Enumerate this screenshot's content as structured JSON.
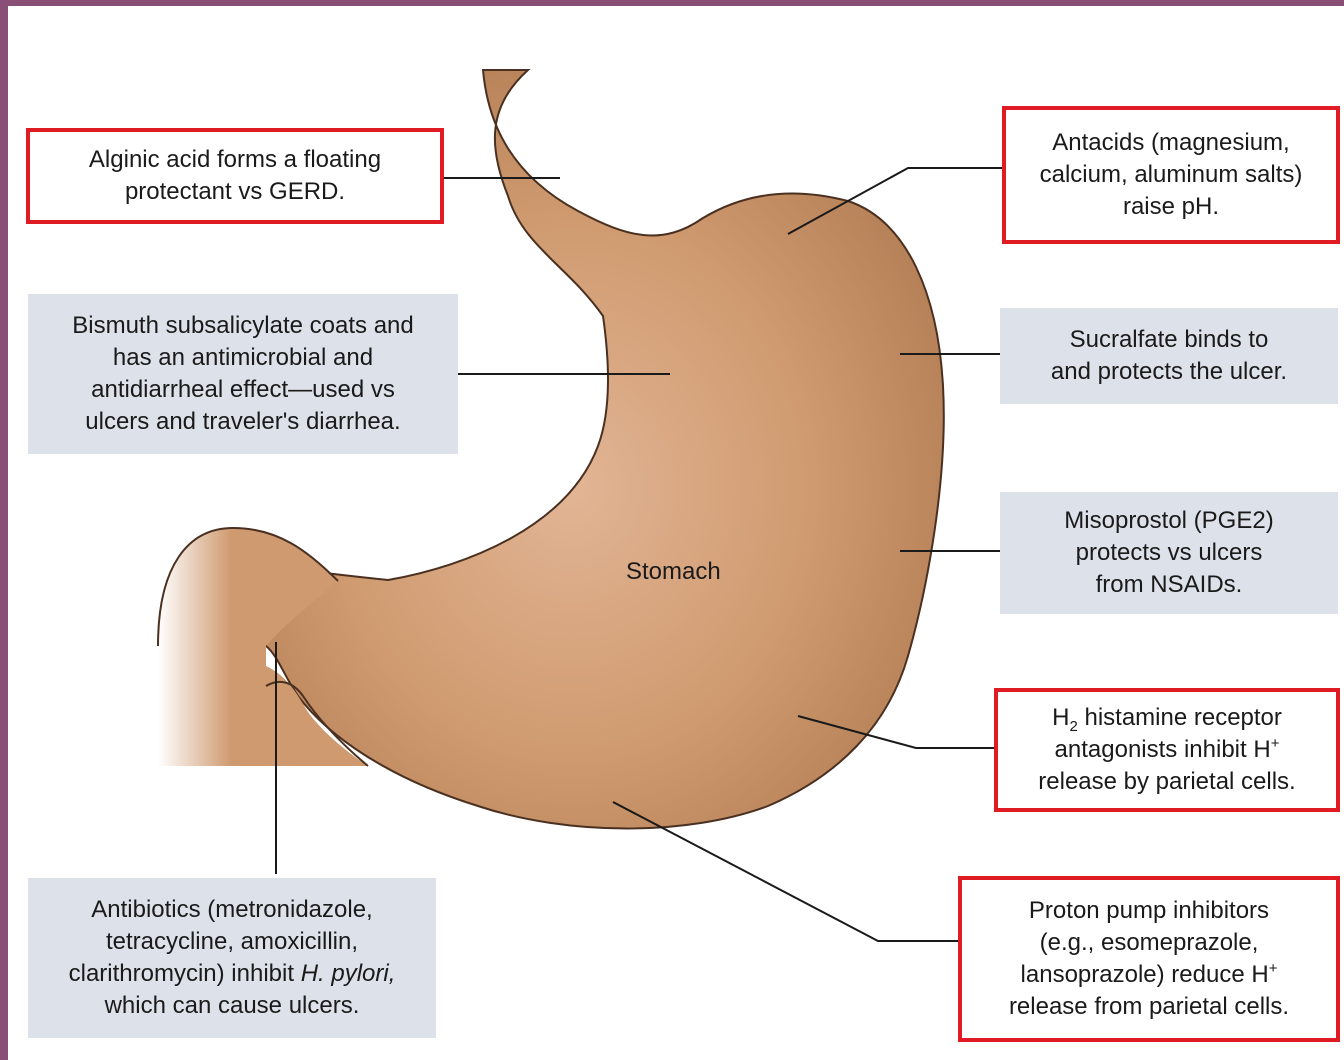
{
  "organ_label": "Stomach",
  "colors": {
    "border_frame": "#8a4f77",
    "stomach_fill": "#cf9a6f",
    "callout_grey": "#dde2ea",
    "callout_red_border": "#e01b24"
  },
  "callouts": {
    "alginic": {
      "text": "Alginic acid forms a floating\nprotectant vs GERD.",
      "style": "red-border"
    },
    "bismuth": {
      "text": "Bismuth subsalicylate coats and\nhas an antimicrobial and\nantidiarrheal effect—used vs\nulcers and traveler's diarrhea.",
      "style": "grey"
    },
    "antibiotics": {
      "line1": "Antibiotics (metronidazole,",
      "line2": "tetracycline, amoxicillin,",
      "line3_pre": "clarithromycin) inhibit ",
      "line3_italic": "H. pylori,",
      "line4": "which can cause ulcers.",
      "style": "grey"
    },
    "antacids": {
      "text": "Antacids (magnesium,\ncalcium, aluminum salts)\nraise pH.",
      "style": "red-border"
    },
    "sucralfate": {
      "text": "Sucralfate binds to\nand protects the ulcer.",
      "style": "grey"
    },
    "misoprostol": {
      "text": "Misoprostol (PGE2)\nprotects vs ulcers\nfrom NSAIDs.",
      "style": "grey"
    },
    "h2": {
      "h": "H",
      "sub": "2",
      "l1_rest": " histamine receptor",
      "l2": "antagonists inhibit H",
      "sup": "+",
      "l3": "release by parietal cells.",
      "style": "red-border"
    },
    "ppi": {
      "l1": "Proton pump inhibitors",
      "l2": "(e.g., esomeprazole,",
      "l3": "lansoprazole) reduce H",
      "sup": "+",
      "l4": "release from parietal cells.",
      "style": "red-border"
    }
  }
}
